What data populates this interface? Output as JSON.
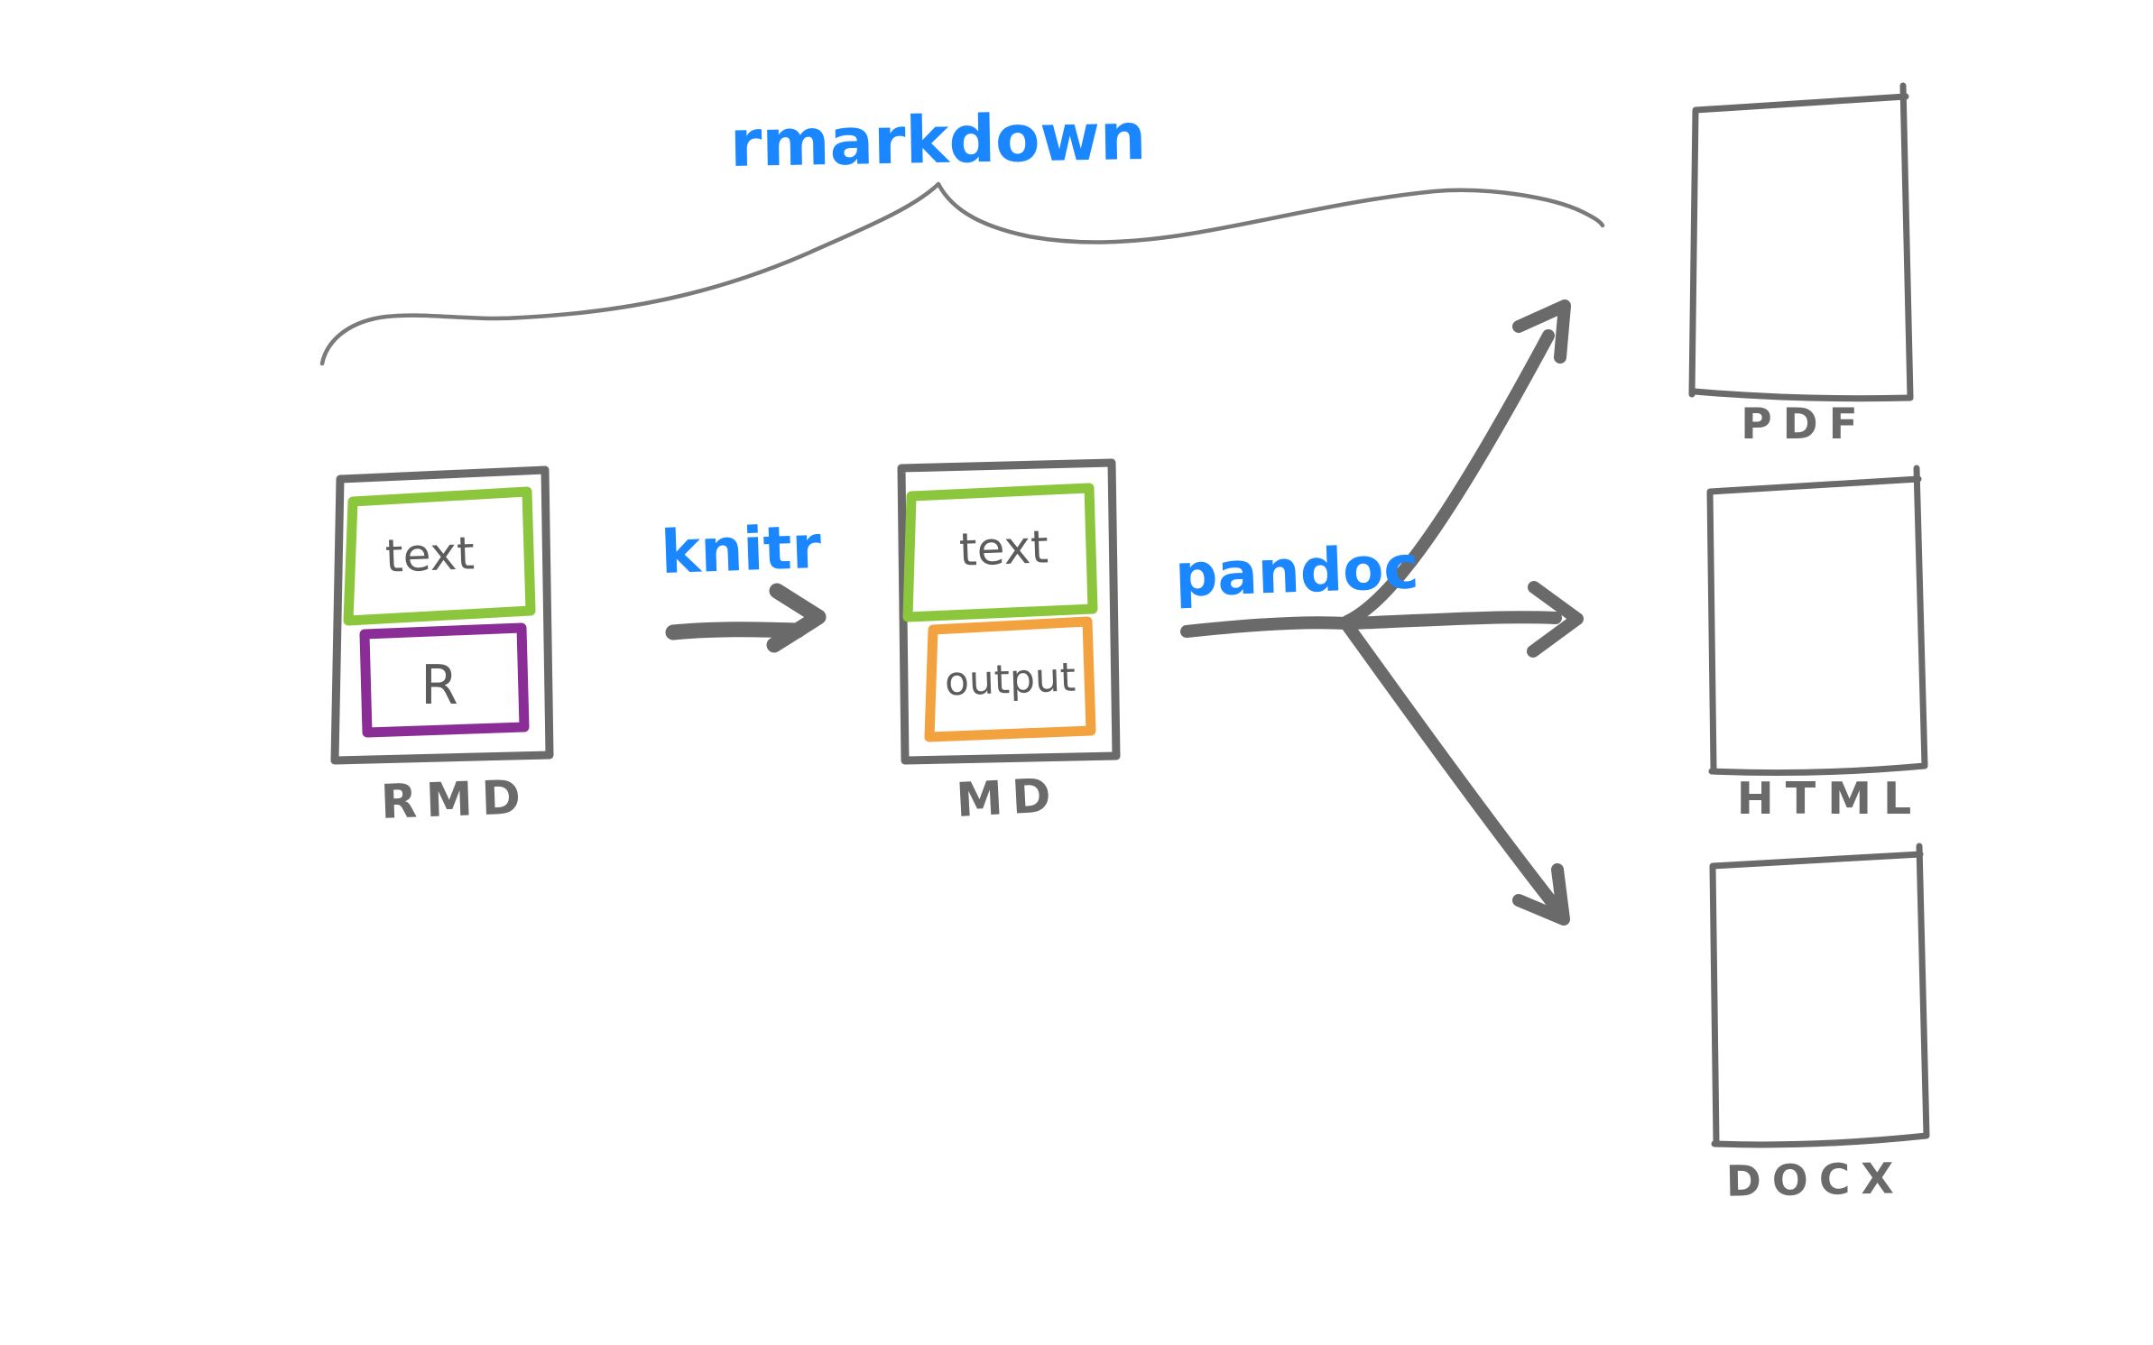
{
  "title": "rmarkdown",
  "tools": {
    "knitr": "knitr",
    "pandoc": "pandoc"
  },
  "nodes": {
    "rmd": {
      "label": "RMD",
      "blocks": {
        "text": "text",
        "r": "R"
      }
    },
    "md": {
      "label": "MD",
      "blocks": {
        "text": "text",
        "output": "output"
      }
    },
    "pdf": {
      "label": "PDF"
    },
    "html": {
      "label": "HTML"
    },
    "docx": {
      "label": "DOCX"
    }
  },
  "colors": {
    "ink": "#6a6a6a",
    "text_ink": "#5c5c5c",
    "brace": "#7a7a7a",
    "blue": "#1a86ff",
    "green": "#8cc63c",
    "purple": "#8b2d96",
    "orange": "#f2a23f",
    "background": "#ffffff"
  }
}
